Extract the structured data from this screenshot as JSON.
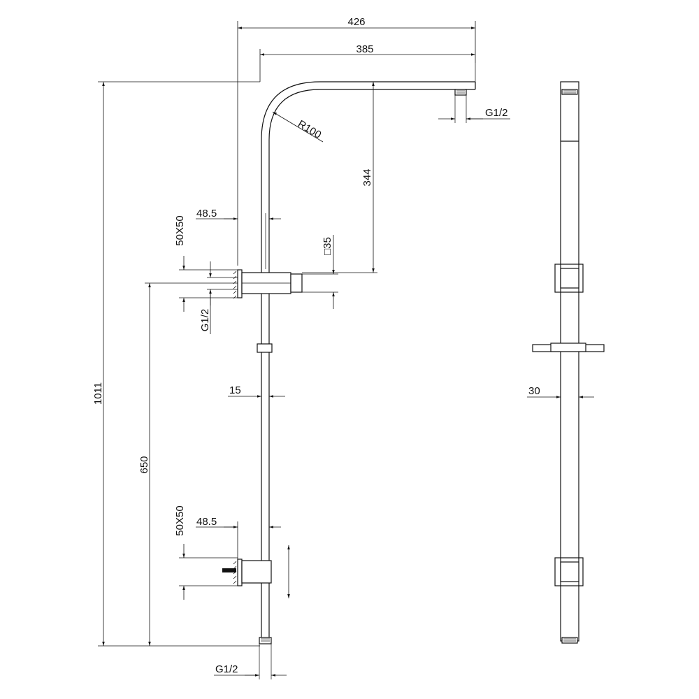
{
  "dimensions": {
    "arm_total_length": "426",
    "arm_inner_length": "385",
    "bend_radius": "R100",
    "thread_head": "G1/2",
    "drop_height": "344",
    "upper_bracket_offset": "48.5",
    "upper_bracket_size": "50X50",
    "diverter_square": "□35",
    "inlet_thread": "G1/2",
    "total_height": "1011",
    "inlet_height": "650",
    "tube_diameter": "15",
    "lower_bracket_offset": "48.5",
    "lower_bracket_size": "50X50",
    "bottom_thread": "G1/2",
    "side_width": "30"
  }
}
